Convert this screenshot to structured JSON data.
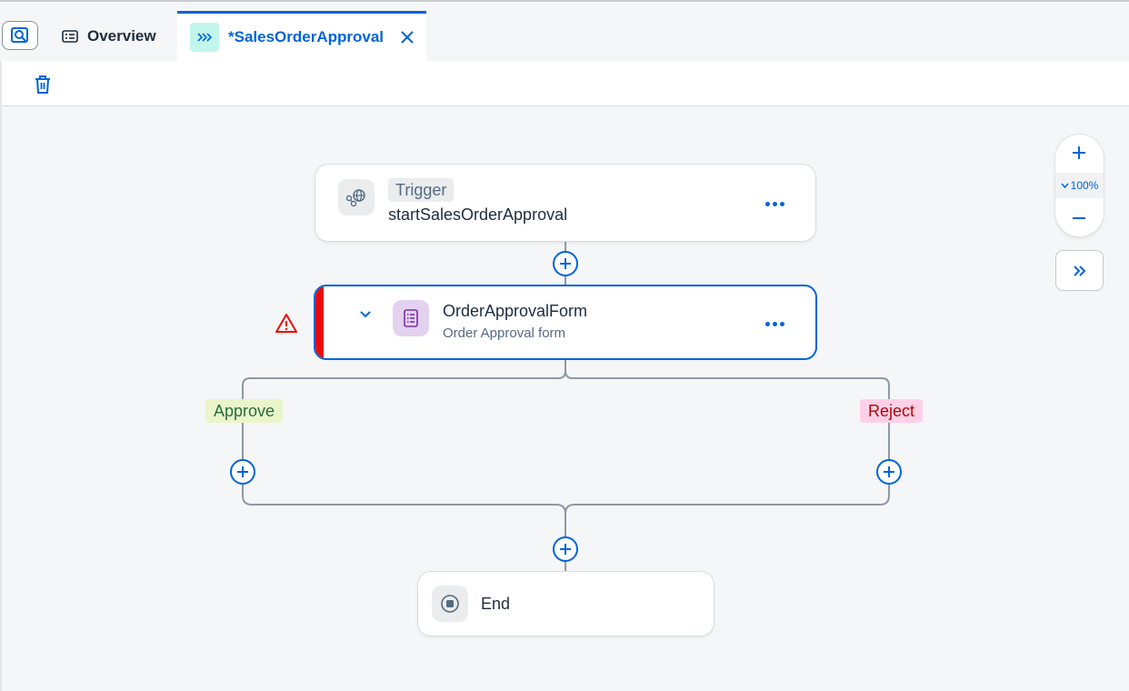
{
  "tabs": {
    "overview_label": "Overview",
    "active_label": "*SalesOrderApproval"
  },
  "icons": {
    "search": "search-icon",
    "overview": "list-icon",
    "process": "chevrons-right-icon",
    "close": "close-icon",
    "delete": "trash-icon",
    "trigger": "network-icon",
    "form": "form-icon",
    "warning": "warning-icon",
    "end": "stop-icon"
  },
  "trigger": {
    "tag": "Trigger",
    "name": "startSalesOrderApproval"
  },
  "form_step": {
    "title": "OrderApprovalForm",
    "subtitle": "Order Approval form"
  },
  "branches": {
    "approve": "Approve",
    "reject": "Reject"
  },
  "end": {
    "label": "End"
  },
  "zoom": {
    "level": "100%"
  },
  "colors": {
    "accent": "#0064d9",
    "error": "#e90b0b",
    "approve_bg": "#ebf5cb",
    "reject_bg": "#ffd0e7"
  }
}
